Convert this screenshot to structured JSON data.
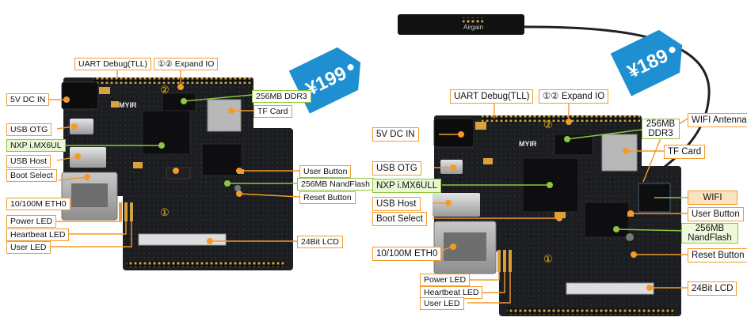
{
  "left_board": {
    "price": "¥199",
    "labels": {
      "uart": "UART Debug(TLL)",
      "expand": "①② Expand IO",
      "dc": "5V DC IN",
      "otg": "USB OTG",
      "soc": "NXP i.MX6UL",
      "host": "USB Host",
      "boot": "Boot Select",
      "eth": "10/100M ETH0",
      "powerled": "Power LED",
      "heartbeat": "Heartbeat LED",
      "userled": "User LED",
      "ddr": "256MB DDR3",
      "tf": "TF Card",
      "userbtn": "User Button",
      "nand": "256MB NandFlash",
      "reset": "Reset Button",
      "lcd": "24Bit LCD"
    },
    "brand": "MYIR",
    "mark1": "①",
    "mark2": "②"
  },
  "right_board": {
    "price": "¥189",
    "labels": {
      "uart": "UART Debug(TLL)",
      "expand": "①② Expand IO",
      "dc": "5V DC IN",
      "otg": "USB OTG",
      "soc": "NXP i.MX6ULL",
      "host": "USB Host",
      "boot": "Boot Select",
      "eth": "10/100M ETH0",
      "powerled": "Power LED",
      "heartbeat": "Heartbeat LED",
      "userled": "User LED",
      "ddr": "256MB DDR3",
      "tf": "TF Card",
      "antenna": "WIFI Antenna",
      "wifi": "WIFI",
      "userbtn": "User Button",
      "nand": "256MB NandFlash",
      "reset": "Reset Button",
      "lcd": "24Bit LCD"
    },
    "brand": "MYIR",
    "antenna_brand": "Airgain",
    "mark1": "①",
    "mark2": "②"
  },
  "colors": {
    "orange": "#f39a2a",
    "green": "#8dc63f",
    "price_blue": "#1e8fd0",
    "board": "#16181b"
  }
}
